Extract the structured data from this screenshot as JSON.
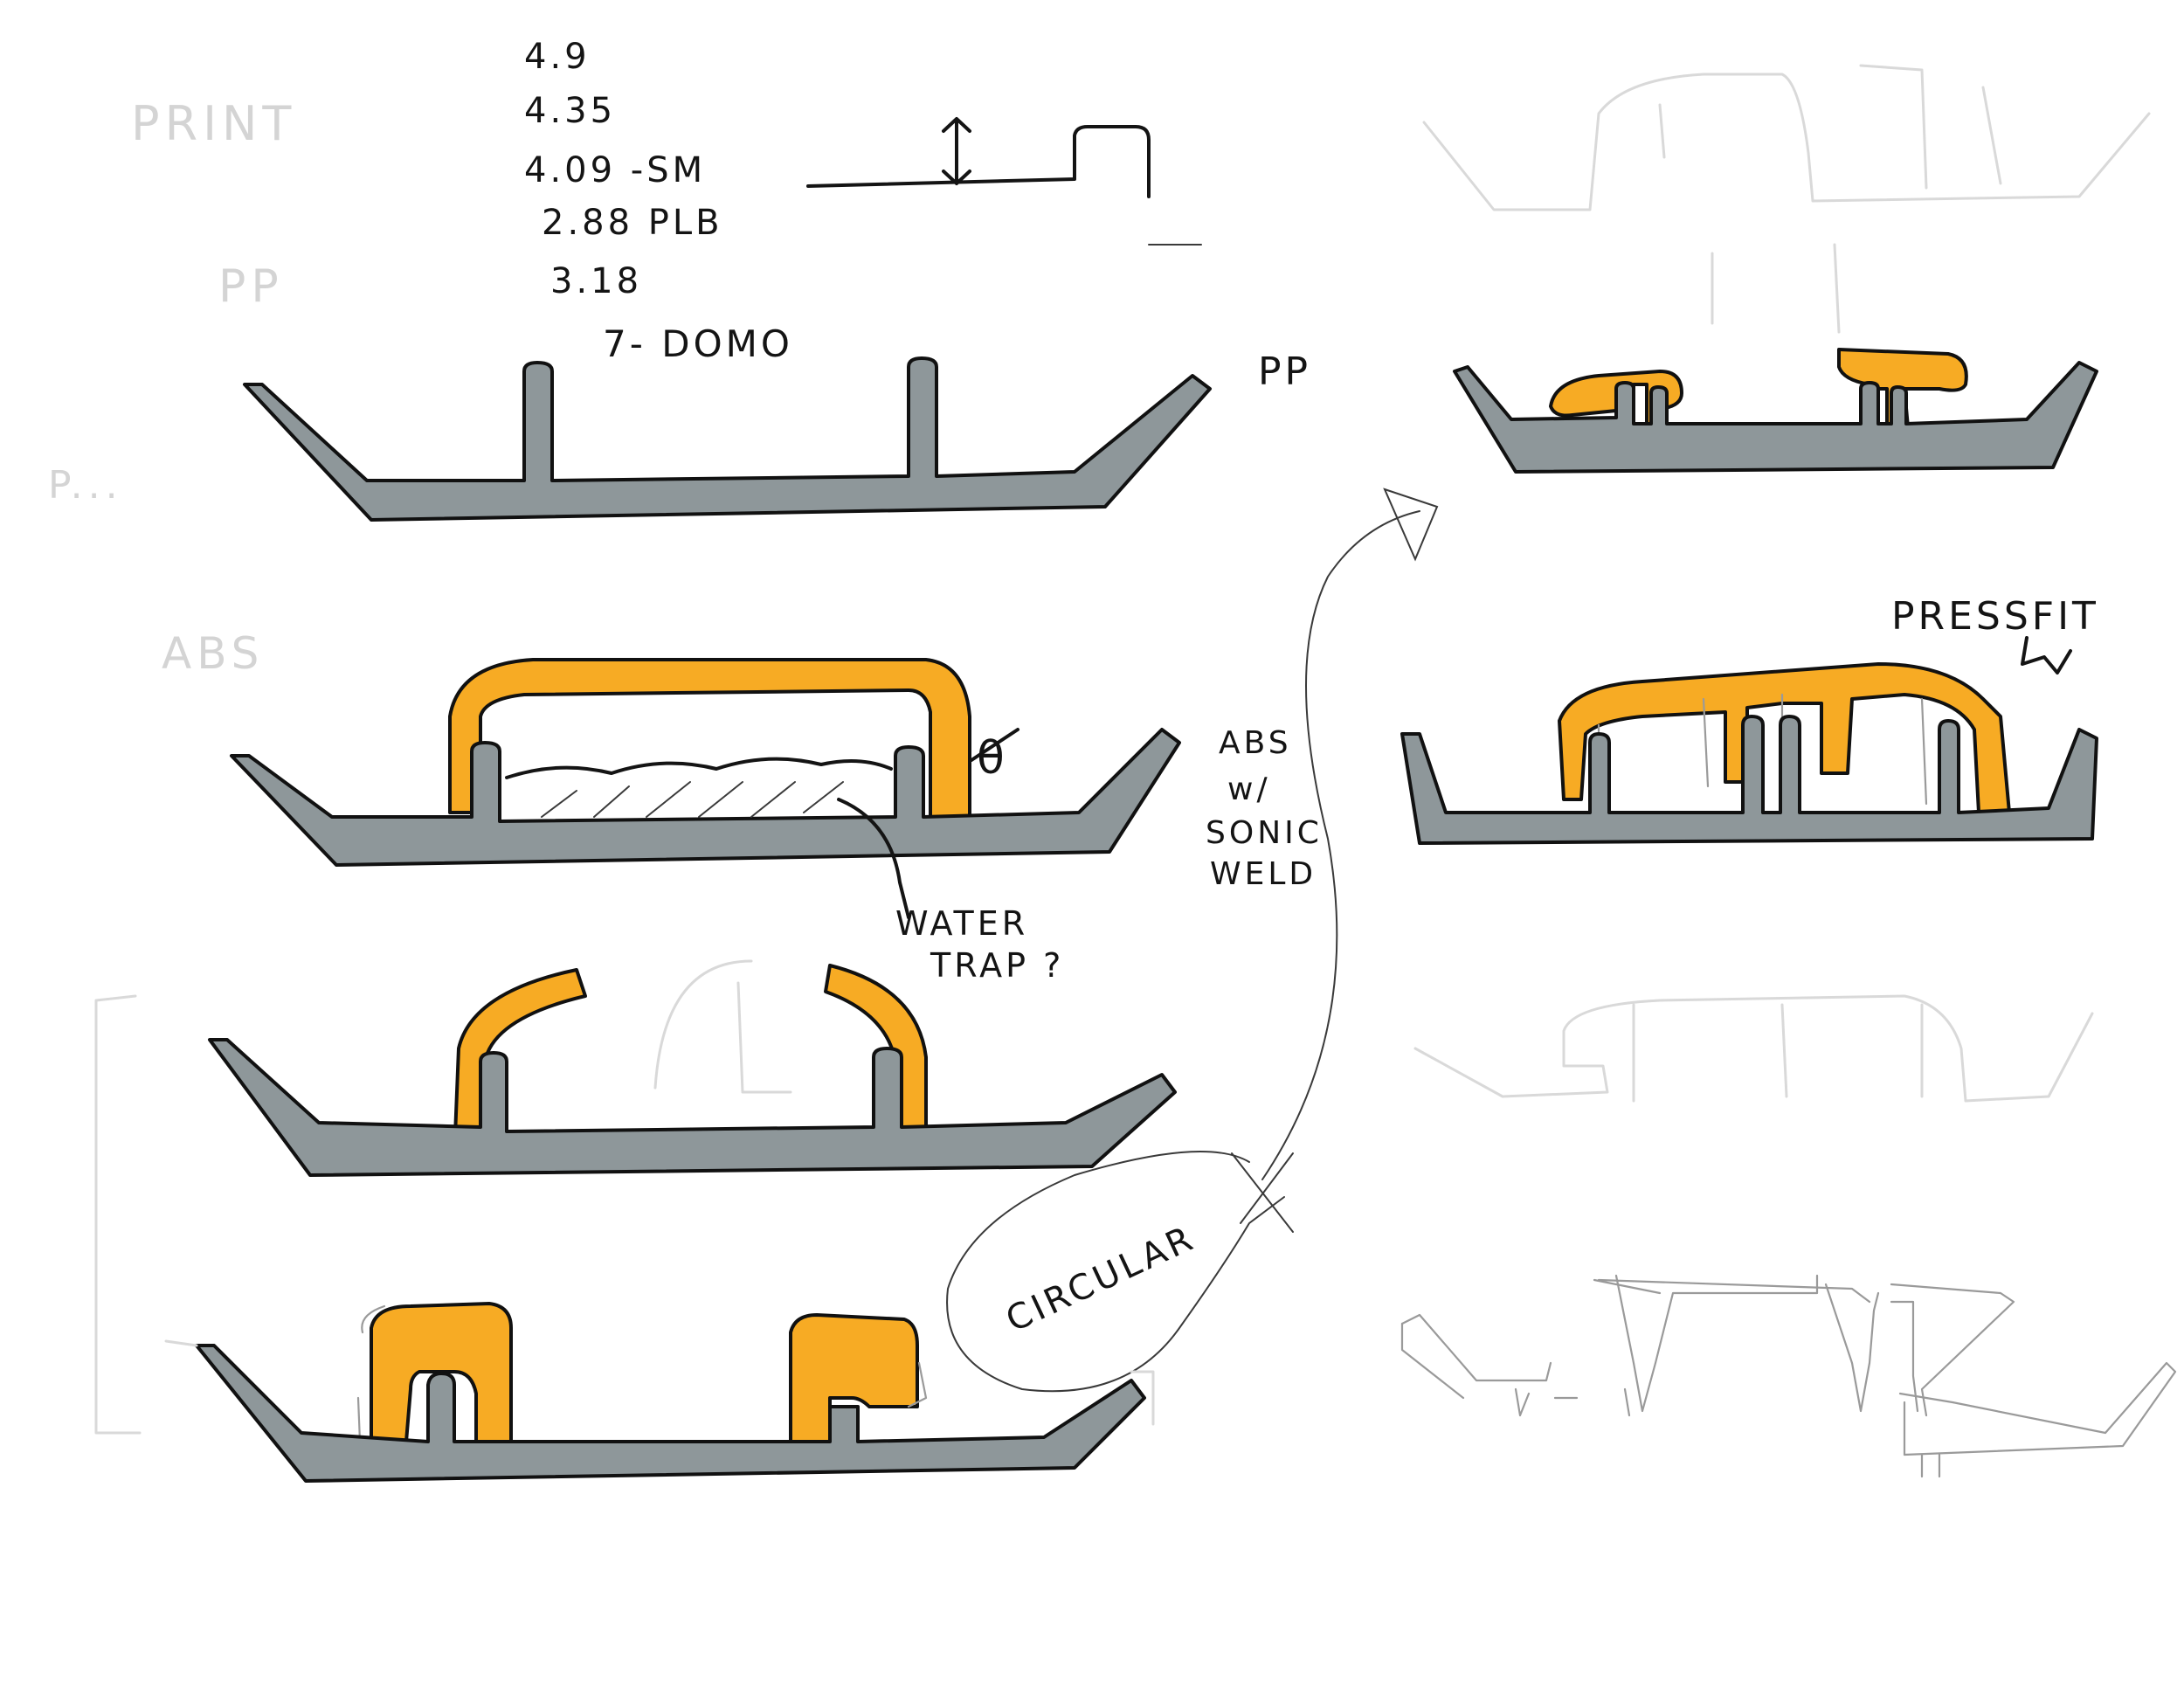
{
  "notes": {
    "values": [
      "4.9",
      "4.35",
      "4.09 -SM",
      "2.88 PLB",
      "3.18"
    ],
    "domo": "7- DOMO"
  },
  "labels": {
    "pp": "PP",
    "abs_sonic_weld": [
      "ABS",
      "w/",
      "SONIC",
      "WELD"
    ],
    "water_trap": [
      "WATER",
      "TRAP ?"
    ],
    "pressfit": "PRESSFIT",
    "circular": "CIRCULAR",
    "theta": "θ"
  },
  "faint_labels": {
    "print": "PRINT",
    "pp": "PP",
    "abs": "ABS",
    "pp_short": "P..."
  },
  "colors": {
    "grey_base": "#8e979a",
    "orange_cap": "#f7ab24",
    "ink": "#141414",
    "pencil": "#9a9a9a"
  }
}
